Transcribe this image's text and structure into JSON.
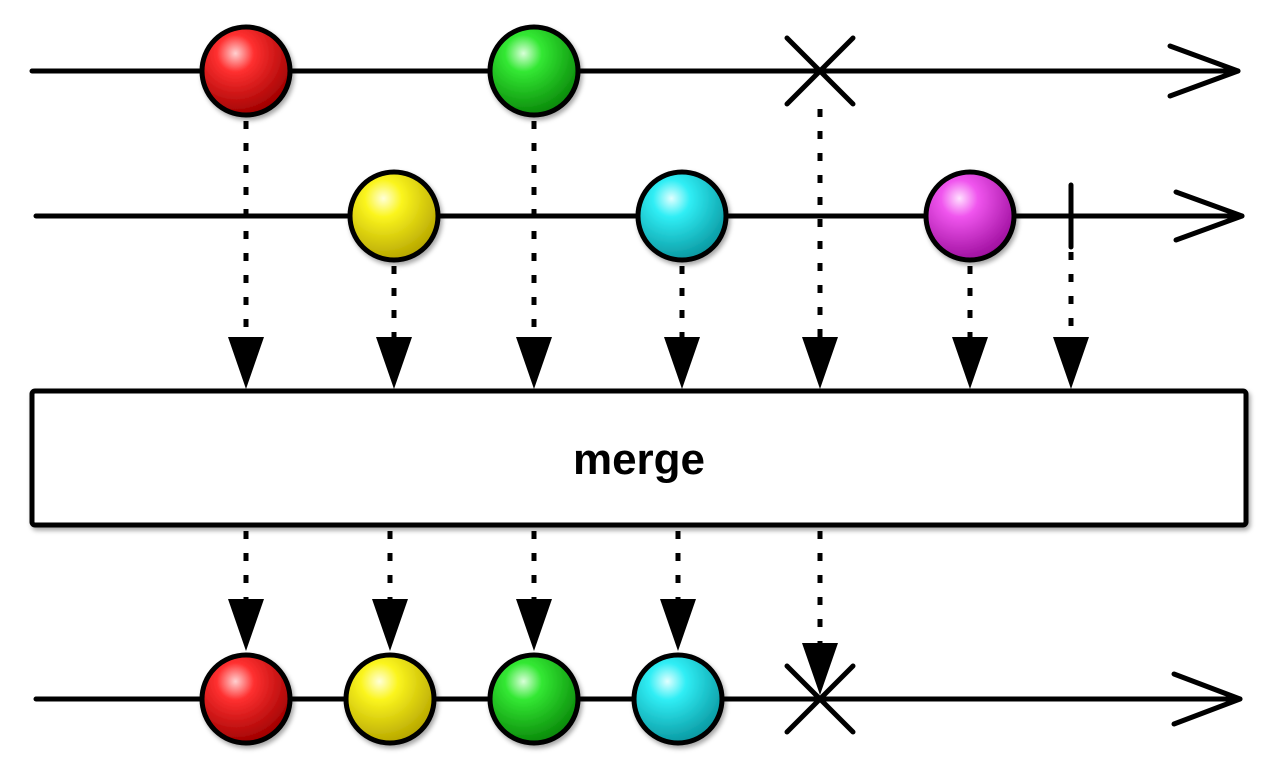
{
  "operator": {
    "label": "merge"
  },
  "colors": {
    "red": "#e8141b",
    "yellow": "#f2ee12",
    "green": "#22d121",
    "cyan": "#22e2ea",
    "magenta": "#e844e6",
    "stroke": "#000000",
    "background": "#ffffff"
  },
  "input_streams": [
    {
      "events": [
        {
          "type": "item",
          "color": "red"
        },
        {
          "type": "item",
          "color": "green"
        },
        {
          "type": "error"
        }
      ]
    },
    {
      "events": [
        {
          "type": "item",
          "color": "yellow"
        },
        {
          "type": "item",
          "color": "cyan"
        },
        {
          "type": "item",
          "color": "magenta"
        },
        {
          "type": "complete"
        }
      ]
    }
  ],
  "output_stream": {
    "events": [
      {
        "type": "item",
        "color": "red"
      },
      {
        "type": "item",
        "color": "yellow"
      },
      {
        "type": "item",
        "color": "green"
      },
      {
        "type": "item",
        "color": "cyan"
      },
      {
        "type": "error"
      }
    ]
  }
}
